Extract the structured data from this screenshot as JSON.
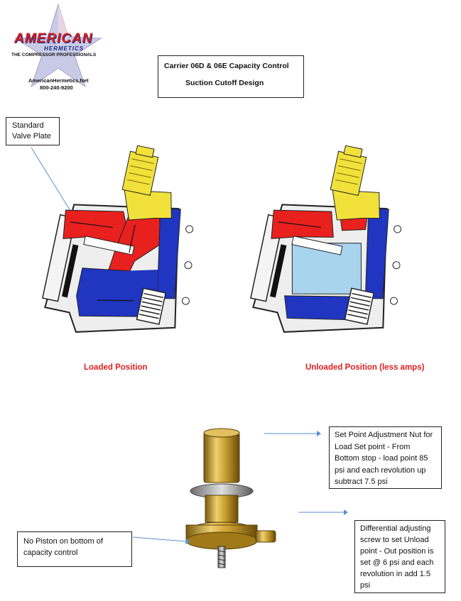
{
  "logo": {
    "brand": "AMERICAN",
    "sub": "HERMETICS",
    "tagline": "THE COMPRESSOR PROFESSIONALS",
    "website": "AmericanHermetics.Net",
    "phone": "800-240-9200"
  },
  "title": {
    "line1": "Carrier 06D & 06E Capacity Control",
    "line2": "Suction Cutoff Design"
  },
  "callouts": {
    "valve_plate": "Standard Valve Plate",
    "set_point": "Set Point Adjustment Nut for Load Set point - From Bottom stop - load point 85 psi and each revolution up subtract 7.5 psi",
    "no_piston": "No Piston on bottom of capacity control",
    "differential": "Differential adjusting screw to set Unload point - Out position is set @ 6 psi and each revolution in add 1.5 psi"
  },
  "captions": {
    "loaded": "Loaded Position",
    "unloaded": "Unloaded Position (less amps)"
  },
  "colors": {
    "red": "#e8201e",
    "blue": "#2035c0",
    "lightblue": "#a8d4ee",
    "yellow": "#f2e13a",
    "brass": "#c9a030",
    "arrow": "#5b8ed1"
  }
}
